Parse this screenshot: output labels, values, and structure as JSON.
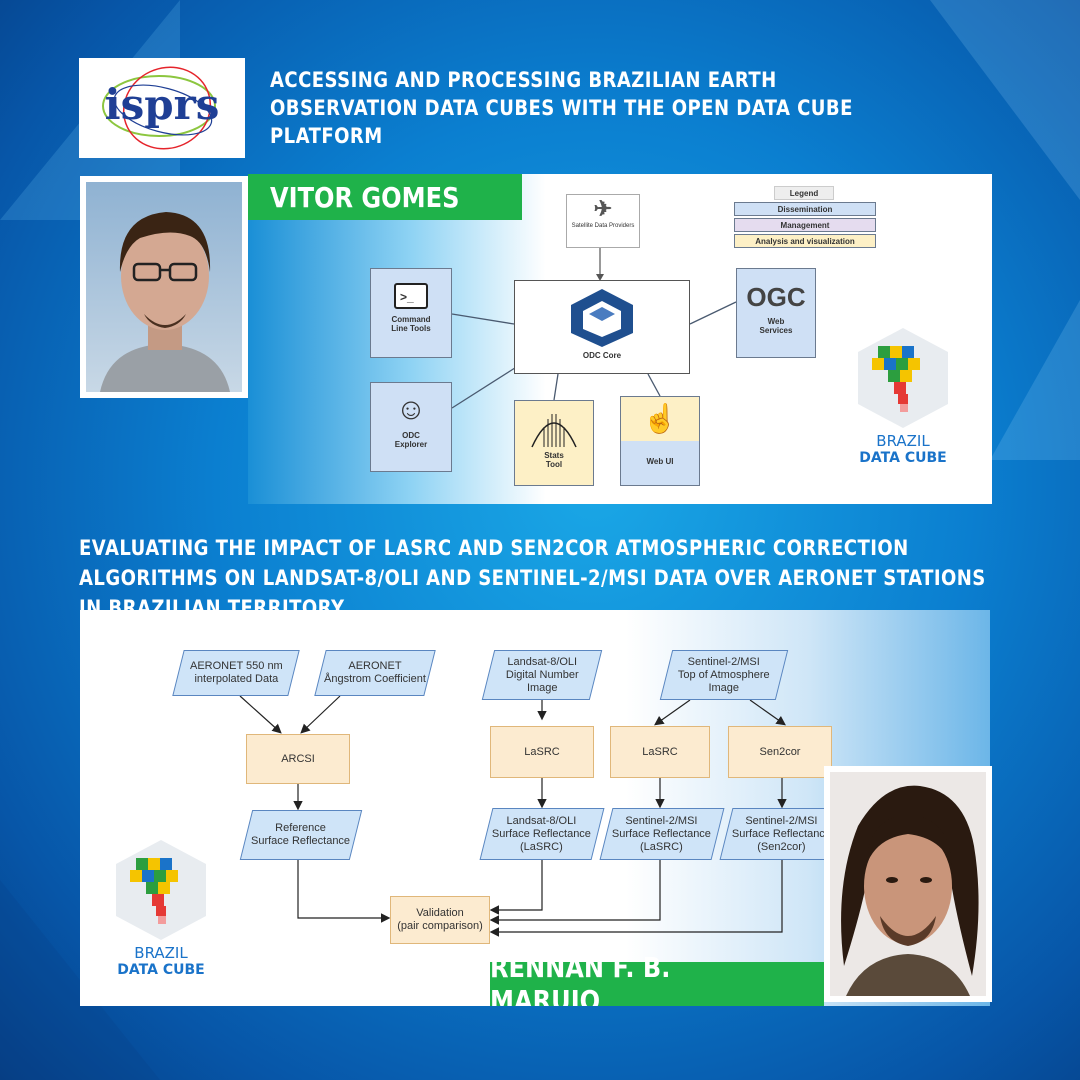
{
  "header": {
    "logo_text": "isprs",
    "title": "ACCESSING AND PROCESSING BRAZILIAN EARTH OBSERVATION DATA CUBES WITH THE OPEN DATA CUBE PLATFORM"
  },
  "section1": {
    "presenter": "VITOR GOMES",
    "diagram": {
      "satellite_label": "Satellite Data Providers",
      "legend_title": "Legend",
      "legend_items": [
        "Dissemination",
        "Management",
        "Analysis and visualization"
      ],
      "core_label": "ODC Core",
      "cli_label": "Command\nLine Tools",
      "explorer_label": "ODC\nExplorer",
      "stats_label": "Stats\nTool",
      "webui_label": "Web UI",
      "ogc_text": "OGC",
      "ogc_label": "Web\nServices"
    },
    "bdc_line1": "BRAZIL",
    "bdc_line2": "DATA CUBE"
  },
  "section2": {
    "title": "EVALUATING THE IMPACT OF LASRC AND SEN2COR ATMOSPHERIC CORRECTION ALGORITHMS ON LANDSAT-8/OLI AND SENTINEL-2/MSI DATA OVER AERONET STATIONS IN BRAZILIAN TERRITORY",
    "presenter": "RENNAN F. B. MARUJO",
    "flow": {
      "aeronet550": "AERONET 550 nm\ninterpolated Data",
      "aeronet_angstrom": "AERONET\nÅngstrom Coefficient",
      "landsat_dn": "Landsat-8/OLI\nDigital Number\nImage",
      "sentinel_toa": "Sentinel-2/MSI\nTop of Atmosphere\nImage",
      "arcsi": "ARCSI",
      "lasrc1": "LaSRC",
      "lasrc2": "LaSRC",
      "sen2cor": "Sen2cor",
      "ref_sr": "Reference\nSurface Reflectance",
      "landsat_sr": "Landsat-8/OLI\nSurface Reflectance\n(LaSRC)",
      "sentinel_sr_lasrc": "Sentinel-2/MSI\nSurface Reflectance\n(LaSRC)",
      "sentinel_sr_sen2cor": "Sentinel-2/MSI\nSurface Reflectance\n(Sen2cor)",
      "validation": "Validation\n(pair comparison)"
    },
    "bdc_line1": "BRAZIL",
    "bdc_line2": "DATA CUBE"
  },
  "colors": {
    "green": "#1fb24a",
    "blue_bg": "#0b7fd0",
    "bdc_blue": "#1a73c9"
  }
}
